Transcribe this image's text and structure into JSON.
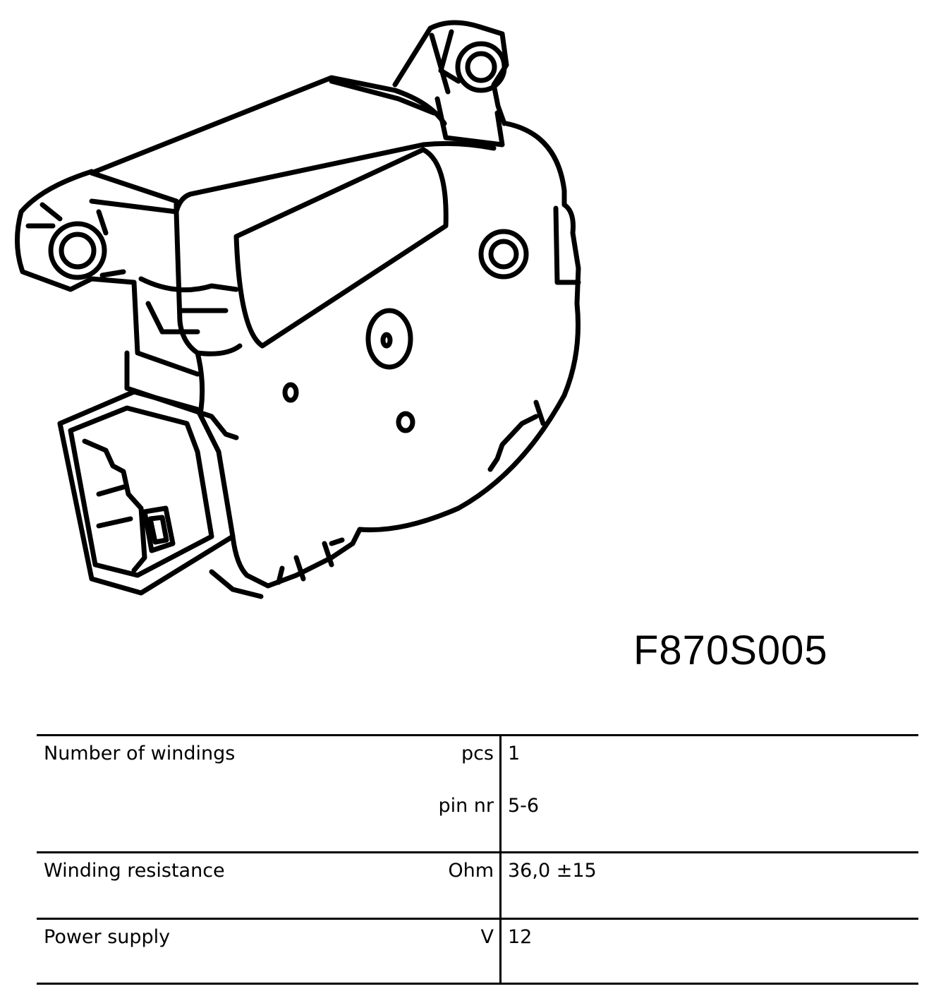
{
  "part_number": "F870S005",
  "drawing_icon": "actuator-drawing",
  "specs": [
    {
      "label": "Number of windings",
      "unit": "pcs",
      "value": "1"
    },
    {
      "label": "",
      "unit": "pin nr",
      "value": "5-6"
    },
    {
      "label": "Winding resistance",
      "unit": "Ohm",
      "value": "36,0 ±15"
    },
    {
      "label": "Power supply",
      "unit": "V",
      "value": "12"
    }
  ]
}
